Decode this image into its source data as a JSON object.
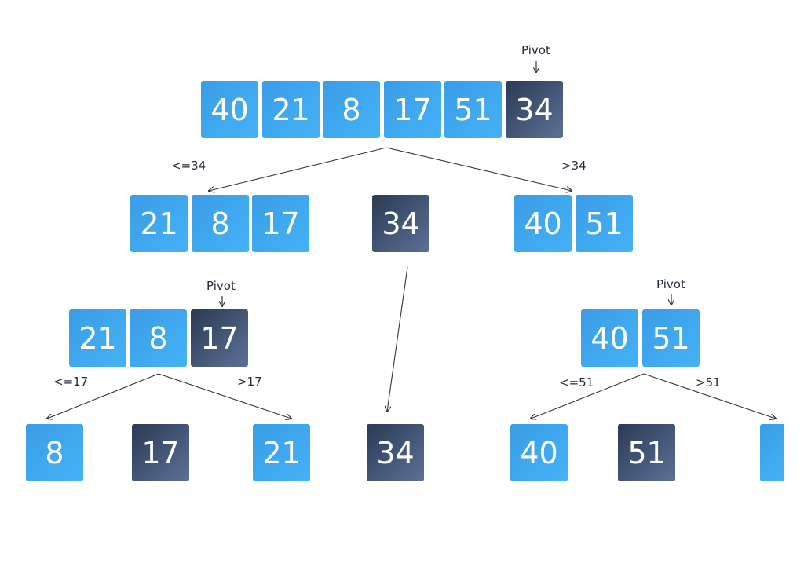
{
  "labels": {
    "pivot": "Pivot",
    "le34": "<=34",
    "gt34": ">34",
    "le17": "<=17",
    "gt17": ">17",
    "le51": "<=51",
    "gt51": ">51"
  },
  "level1": [
    "40",
    "21",
    "8",
    "17",
    "51",
    "34"
  ],
  "level2": {
    "left": [
      "21",
      "8",
      "17"
    ],
    "middle": "34",
    "right": [
      "40",
      "51"
    ]
  },
  "level3": {
    "left": [
      "21",
      "8",
      "17"
    ],
    "right": [
      "40",
      "51"
    ]
  },
  "level4": [
    "8",
    "17",
    "21",
    "34",
    "40",
    "51"
  ],
  "colors": {
    "element": "#3fa9f0",
    "pivot": "#3a4a68",
    "arrow": "#2c3548"
  }
}
